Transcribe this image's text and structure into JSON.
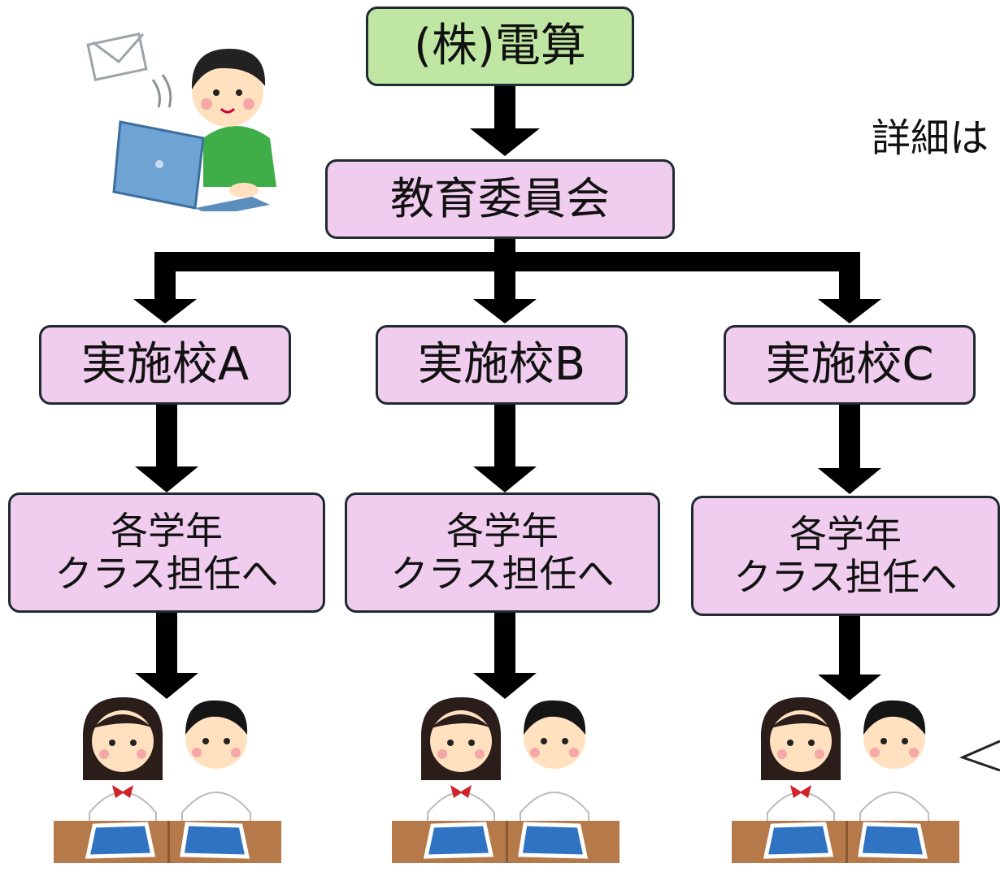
{
  "company": "(株)電算",
  "board": "教育委員会",
  "schools": [
    "実施校A",
    "実施校B",
    "実施校C"
  ],
  "grade_line1": "各学年",
  "grade_line2": "クラス担任へ",
  "side_text": "詳細は"
}
